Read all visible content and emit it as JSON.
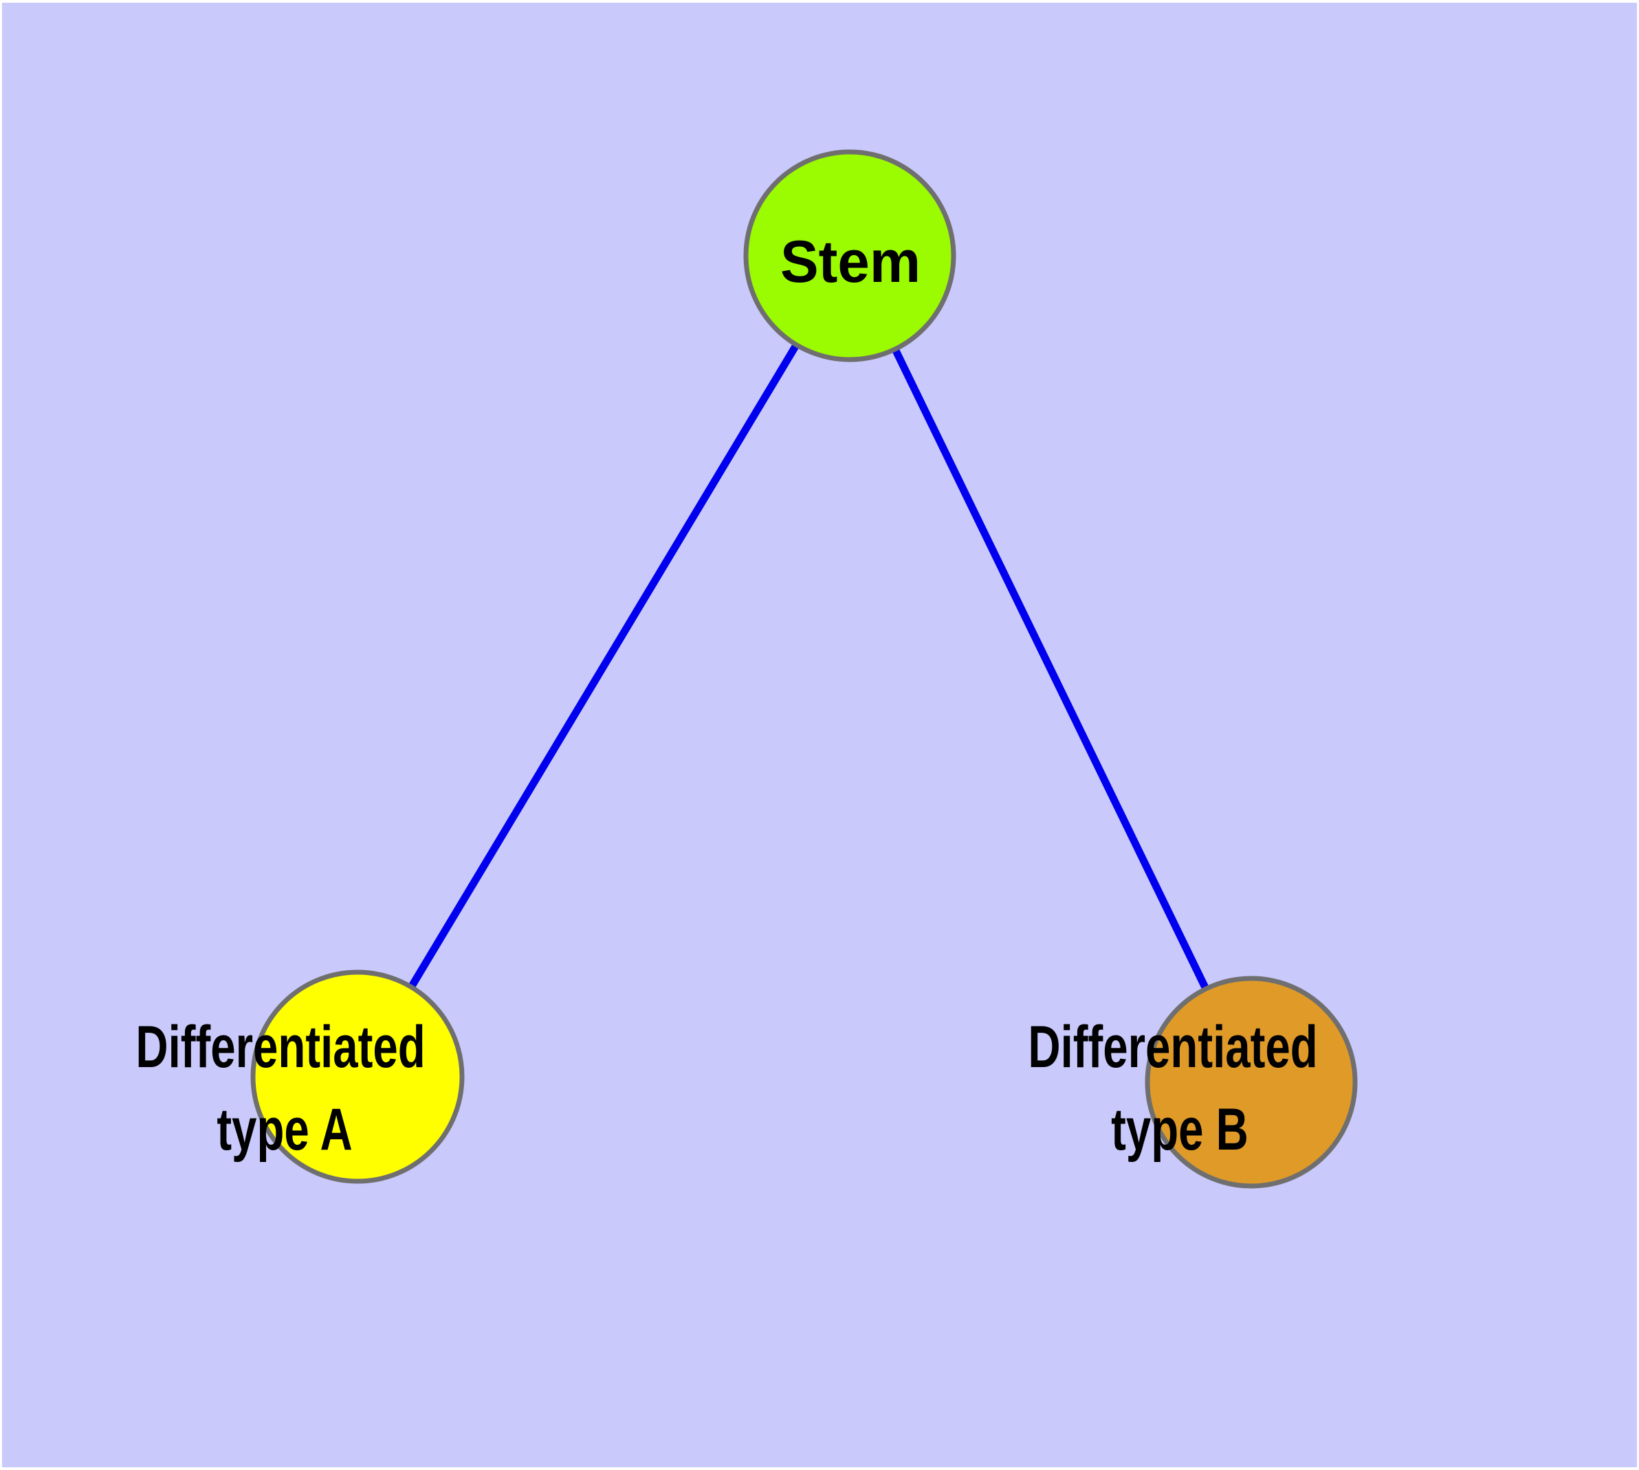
{
  "diagram": {
    "type": "node-link-graph",
    "background_color": "#C9C9FB",
    "margin_color": "#FFFFFF",
    "edge_color": "#0000EE",
    "node_border_color": "#6F6F6F",
    "label_color": "#000000",
    "nodes": {
      "stem": {
        "id": "stem",
        "label": "Stem",
        "color": "#9BFB00"
      },
      "type_a": {
        "id": "type_a",
        "label": "Differentiated type A",
        "label_line1": "Differentiated",
        "label_line2": "type A",
        "color": "#FFFF00"
      },
      "type_b": {
        "id": "type_b",
        "label": "Differentiated type B",
        "label_line1": "Differentiated",
        "label_line2": "type B",
        "color": "#E09A28"
      }
    },
    "edges": [
      {
        "from": "stem",
        "to": "type_a"
      },
      {
        "from": "stem",
        "to": "type_b"
      }
    ]
  }
}
